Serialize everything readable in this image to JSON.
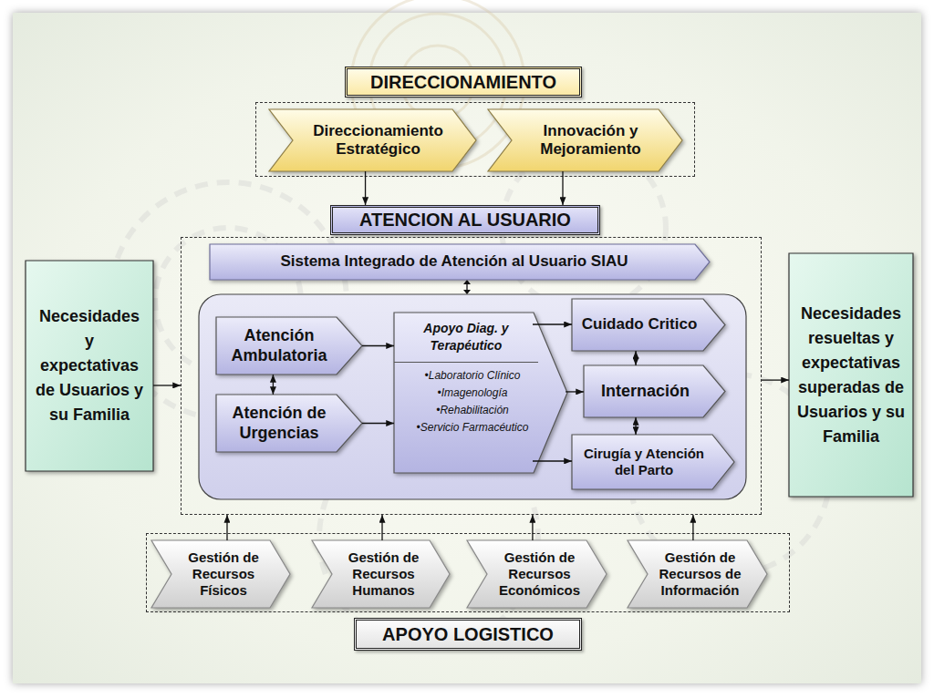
{
  "diagram": {
    "nodes": [
      {
        "text": [
          "DIRECCIONAMIENTO"
        ]
      },
      {
        "text": [
          "Direccionamiento Estratégico"
        ],
        "in": 0
      },
      {
        "text": [
          "Innovación y Mejoramiento"
        ],
        "in": 0
      },
      {
        "text": [
          "ATENCION AL USUARIO"
        ]
      },
      {
        "text": [
          "Sistema Integrado de Atención al Usuario SIAU"
        ],
        "in": 3
      },
      {
        "text": [
          "Atención Ambulatoria"
        ],
        "in": 3
      },
      {
        "text": [
          "Atención de Urgencias"
        ],
        "in": 3
      },
      {
        "text": [
          "Apoyo Diag. y Terapéutico",
          "•Laboratorio Clínico",
          "•Imagenología",
          "•Rehabilitación",
          "•Servicio Farmacéutico"
        ],
        "in": 3
      },
      {
        "text": [
          "Cuidado Critico"
        ],
        "in": 3
      },
      {
        "text": [
          "Internación"
        ],
        "in": 3
      },
      {
        "text": [
          "Cirugía y Atención del Parto"
        ],
        "in": 3
      },
      {
        "text": [
          "Necesidades y expectativas de Usuarios y su Familia"
        ]
      },
      {
        "text": [
          "Necesidades resueltas y expectativas superadas de Usuarios y su Familia"
        ]
      },
      {
        "text": [
          "APOYO LOGISTICO"
        ]
      },
      {
        "text": [
          "Gestión de Recursos Físicos"
        ],
        "in": 13
      },
      {
        "text": [
          "Gestión de Recursos Humanos"
        ],
        "in": 13
      },
      {
        "text": [
          "Gestión de Recursos Económicos"
        ],
        "in": 13
      },
      {
        "text": [
          "Gestión de Recursos de Información"
        ],
        "in": 13
      }
    ],
    "edges": [
      {
        "from": 1,
        "to": 3,
        "arrow": "to"
      },
      {
        "from": 2,
        "to": 3,
        "arrow": "to"
      },
      {
        "from": 11,
        "to": 3,
        "arrow": "to"
      },
      {
        "from": 3,
        "to": 12,
        "arrow": "to"
      },
      {
        "from": 5,
        "to": 7,
        "arrow": "to"
      },
      {
        "from": 5,
        "to": 6,
        "arrow": "both"
      },
      {
        "from": 6,
        "to": 7,
        "arrow": "to"
      },
      {
        "from": 7,
        "to": 8,
        "arrow": "to"
      },
      {
        "from": 7,
        "to": 9,
        "arrow": "to"
      },
      {
        "from": 7,
        "to": 10,
        "arrow": "to"
      },
      {
        "from": 8,
        "to": 9,
        "arrow": "both"
      },
      {
        "from": 9,
        "to": 10,
        "arrow": "both"
      },
      {
        "from": 14,
        "to": 3,
        "arrow": "to"
      },
      {
        "from": 15,
        "to": 3,
        "arrow": "to"
      },
      {
        "from": 16,
        "to": 3,
        "arrow": "to"
      },
      {
        "from": 17,
        "to": 3,
        "arrow": "to"
      }
    ]
  }
}
